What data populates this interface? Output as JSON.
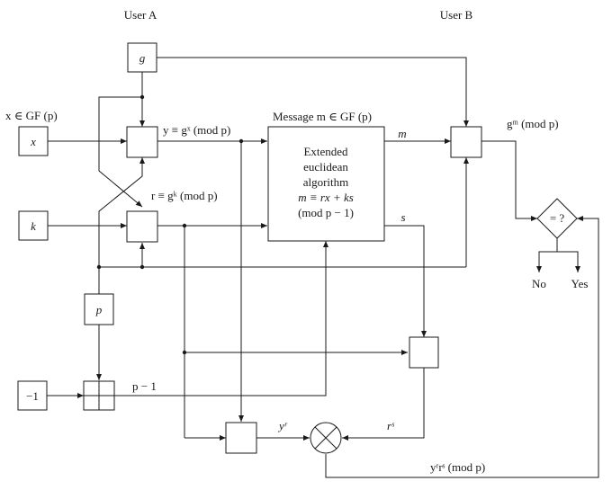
{
  "headers": {
    "user_a": "User A",
    "user_b": "User B"
  },
  "inputs": {
    "x_domain": "x ∈ GF (p)",
    "x": "x",
    "k": "k",
    "g": "g",
    "p": "p",
    "minus_one": "−1"
  },
  "labels": {
    "y_eq": "y ≡ gˣ (mod p)",
    "r_eq": "r ≡ gᵏ (mod p)",
    "message": "Message m ∈ GF (p)",
    "m": "m",
    "s": "s",
    "g_m": "gᵐ (mod p)",
    "p_minus_1": "p − 1",
    "y_r": "yʳ",
    "r_s": "rˢ",
    "yr_rs": "yʳrˢ (mod p)"
  },
  "algorithm": {
    "line1": "Extended",
    "line2": "euclidean",
    "line3": "algorithm",
    "line4": "m ≡ rx + ks",
    "line5": "(mod p − 1)"
  },
  "decision": {
    "compare": "= ?",
    "no": "No",
    "yes": "Yes"
  }
}
